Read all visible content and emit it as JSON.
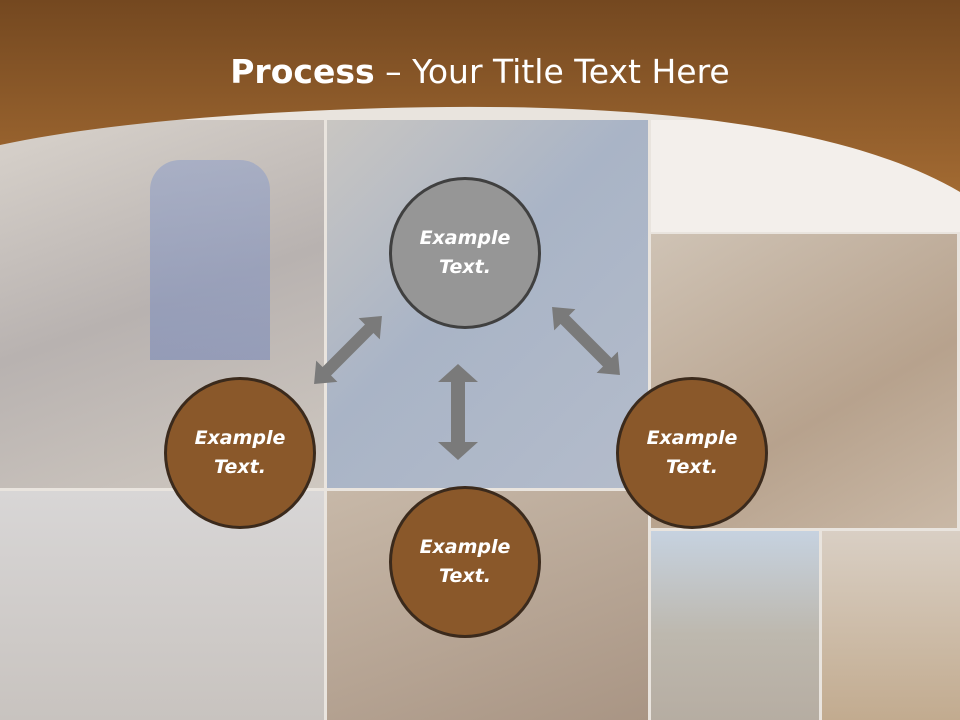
{
  "title": {
    "bold": "Process",
    "rest": " – Your Title Text Here"
  },
  "colors": {
    "header": "#8e5a2a",
    "circle_brown": "#8a582a",
    "circle_gray": "#969696",
    "arrow": "#7a7a7a"
  },
  "circles": [
    {
      "text": "Example\nText."
    },
    {
      "text": "Example\nText."
    },
    {
      "text": "Example\nText."
    },
    {
      "text": "Example\nText."
    }
  ]
}
